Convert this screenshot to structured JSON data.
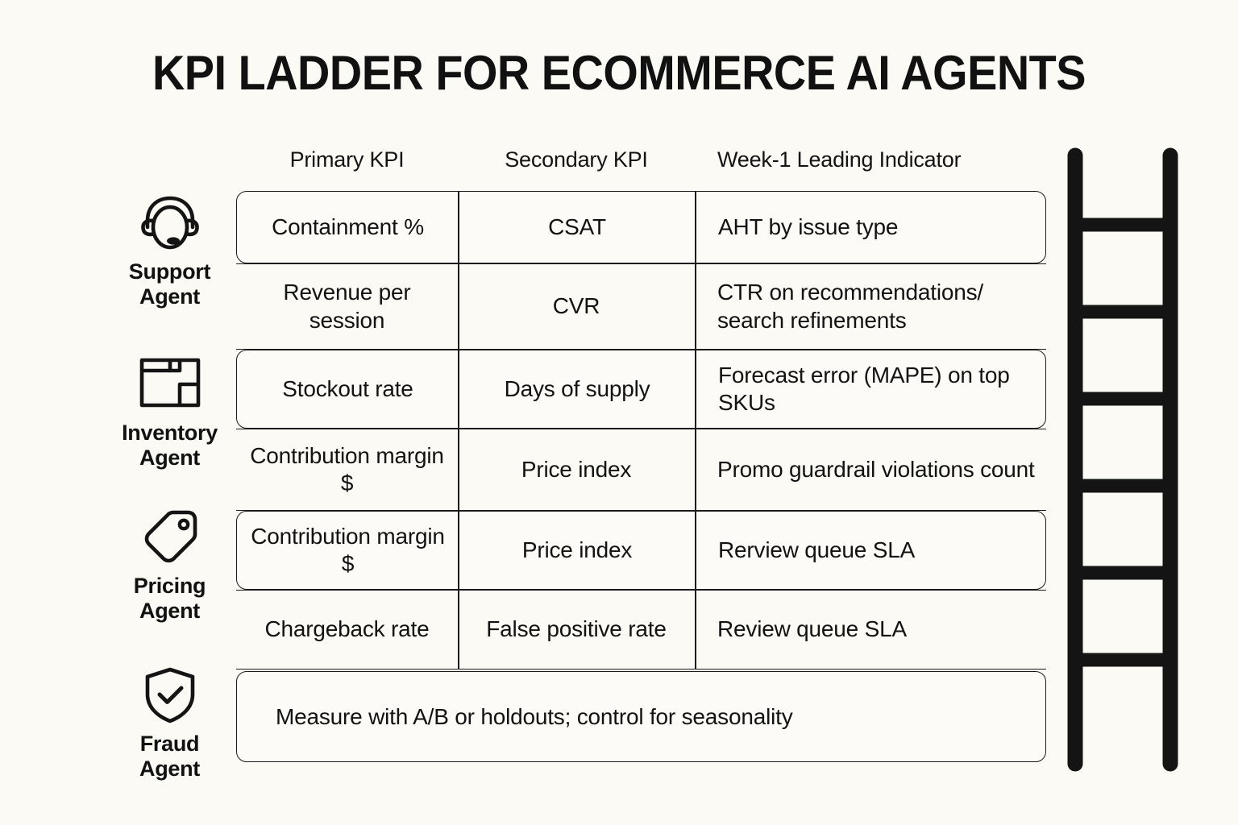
{
  "page": {
    "title": "KPI LADDER FOR ECOMMERCE AI AGENTS",
    "background_color": "#FBFAF5",
    "ink_color": "#111111"
  },
  "table": {
    "headers": [
      "Primary KPI",
      "Secondary KPI",
      "Week-1 Leading Indicator"
    ],
    "rows": [
      {
        "primary": "Containment %",
        "secondary": "CSAT",
        "leading": "AHT by issue type",
        "highlighted": true
      },
      {
        "primary": "Revenue per session",
        "secondary": "CVR",
        "leading": "CTR on recommendations/ search refinements",
        "highlighted": false
      },
      {
        "primary": "Stockout rate",
        "secondary": "Days of supply",
        "leading": "Forecast error (MAPE) on top SKUs",
        "highlighted": true
      },
      {
        "primary": "Contribution margin $",
        "secondary": "Price index",
        "leading": "Promo guardrail violations count",
        "highlighted": false
      },
      {
        "primary": "Contribution margin $",
        "secondary": "Price index",
        "leading": "Rerview queue SLA",
        "highlighted": true
      },
      {
        "primary": "Chargeback rate",
        "secondary": "False positive rate",
        "leading": "Review queue SLA",
        "highlighted": false
      }
    ]
  },
  "footer": {
    "note": "Measure with A/B or holdouts; control for seasonality"
  },
  "agents": [
    {
      "label_line1": "Support",
      "label_line2": "Agent",
      "icon": "headset-icon"
    },
    {
      "label_line1": "Inventory",
      "label_line2": "Agent",
      "icon": "package-box-icon"
    },
    {
      "label_line1": "Pricing",
      "label_line2": "Agent",
      "icon": "price-tag-icon"
    },
    {
      "label_line1": "Fraud",
      "label_line2": "Agent",
      "icon": "shield-check-icon"
    }
  ],
  "decoration": {
    "ladder": {
      "name": "ladder-illustration",
      "rungs": 6
    }
  }
}
